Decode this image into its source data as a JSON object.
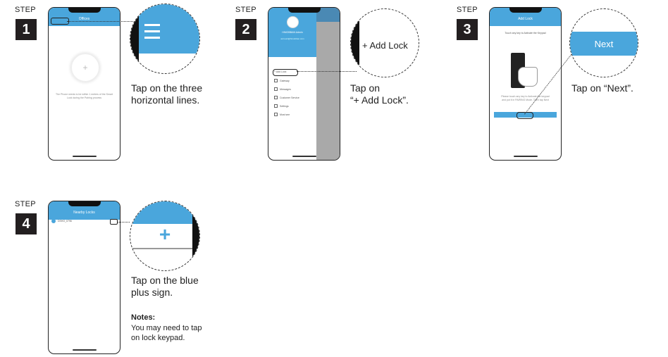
{
  "step_word": "STEP",
  "steps": [
    {
      "number": "1",
      "app_title": "Offices",
      "screen_text": "The Phone needs to be within 1 meters of the Smart Lock during the Pairing process",
      "caption": [
        "Tap on the three",
        "horizontal lines."
      ]
    },
    {
      "number": "2",
      "zoom_label": "+ Add Lock",
      "profile_name": "HIMOBBAN Admin",
      "profile_sub": "account@himobban.com",
      "menu": [
        "+ Add Lock",
        "Gateway",
        "Messages",
        "Customer Service",
        "Settings",
        "Must see"
      ],
      "caption": [
        "Tap on",
        "“+ Add Lock”."
      ]
    },
    {
      "number": "3",
      "app_title": "Add Lock",
      "screen_heading": "Touch any key to Activate the Keypad",
      "screen_text": "Please touch any key to Activate the keypad and put it in PAIRING Mode. Then tap Next",
      "zoom_label": "Next",
      "caption": [
        "Tap on “Next”."
      ]
    },
    {
      "number": "4",
      "app_title": "Nearby Locks",
      "list_item": "DSHO_0796",
      "zoom_label": "+",
      "caption": [
        "Tap on the blue",
        "plus sign."
      ],
      "notes_title": "Notes:",
      "notes": [
        "You may need to tap",
        "on lock keypad."
      ]
    }
  ],
  "colors": {
    "accent": "#4aa6dc",
    "step_box": "#231f20",
    "drawer_shade": "#a9a9a9"
  },
  "icons": [
    "hamburger-icon",
    "plus-icon",
    "gear-icon",
    "avatar"
  ]
}
